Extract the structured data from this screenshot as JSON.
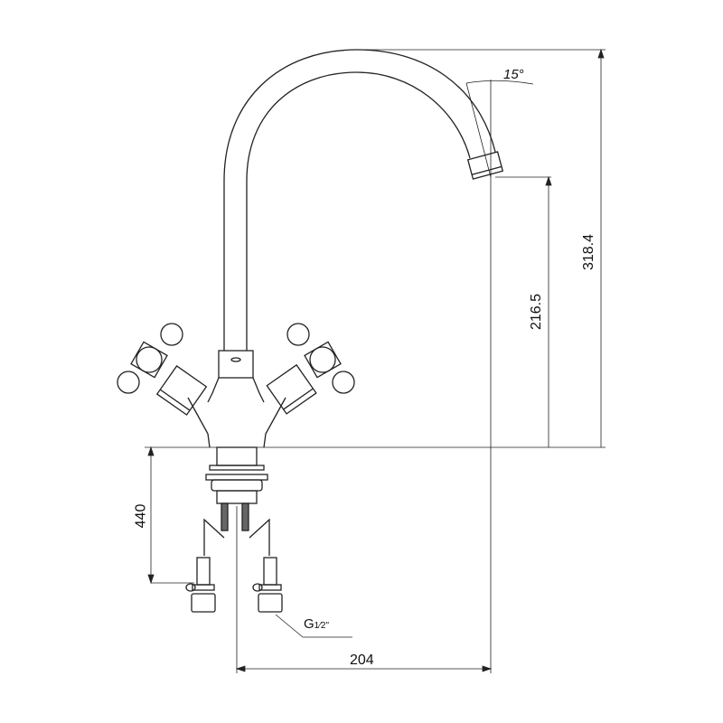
{
  "drawing": {
    "title": "Mixer tap dimensional drawing",
    "dimensions": {
      "overall_height": "318.4",
      "spout_height": "216.5",
      "spout_reach": "204",
      "hose_length": "440",
      "spout_angle": "15°",
      "connection_main": "G",
      "connection_fraction": "1⁄2\""
    },
    "line_color": "#222222"
  }
}
